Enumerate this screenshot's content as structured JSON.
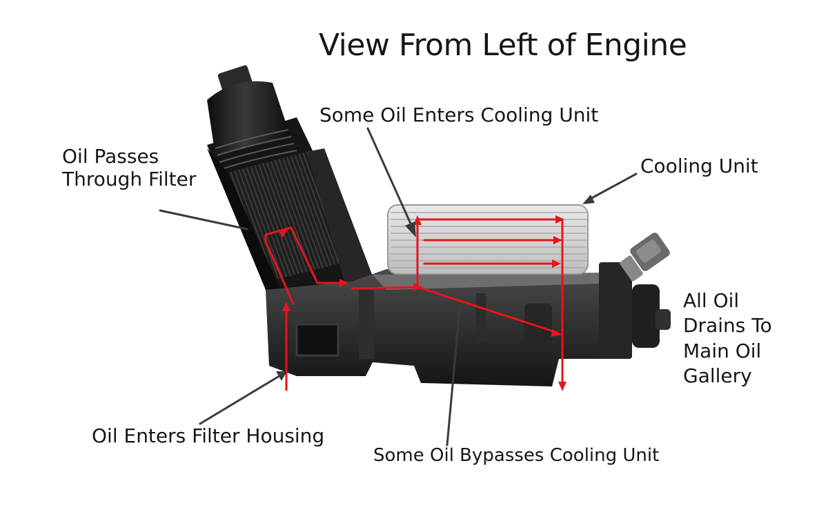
{
  "title": "View From Left of Engine",
  "labels": {
    "enters_cooling": "Some Oil Enters Cooling Unit",
    "passes_filter": [
      "Oil Passes",
      "Through Filter"
    ],
    "cooling_unit": "Cooling Unit",
    "drains": [
      "All Oil",
      "Drains To",
      "Main Oil",
      "Gallery"
    ],
    "enters_housing": "Oil Enters Filter Housing",
    "bypasses": "Some Oil Bypasses Cooling Unit"
  },
  "colors": {
    "flow_arrow": "#e8141a",
    "leader_arrow": "#3a3a3a",
    "housing": "#1c1c1c",
    "cooler_fins": "#cfcfcf"
  }
}
